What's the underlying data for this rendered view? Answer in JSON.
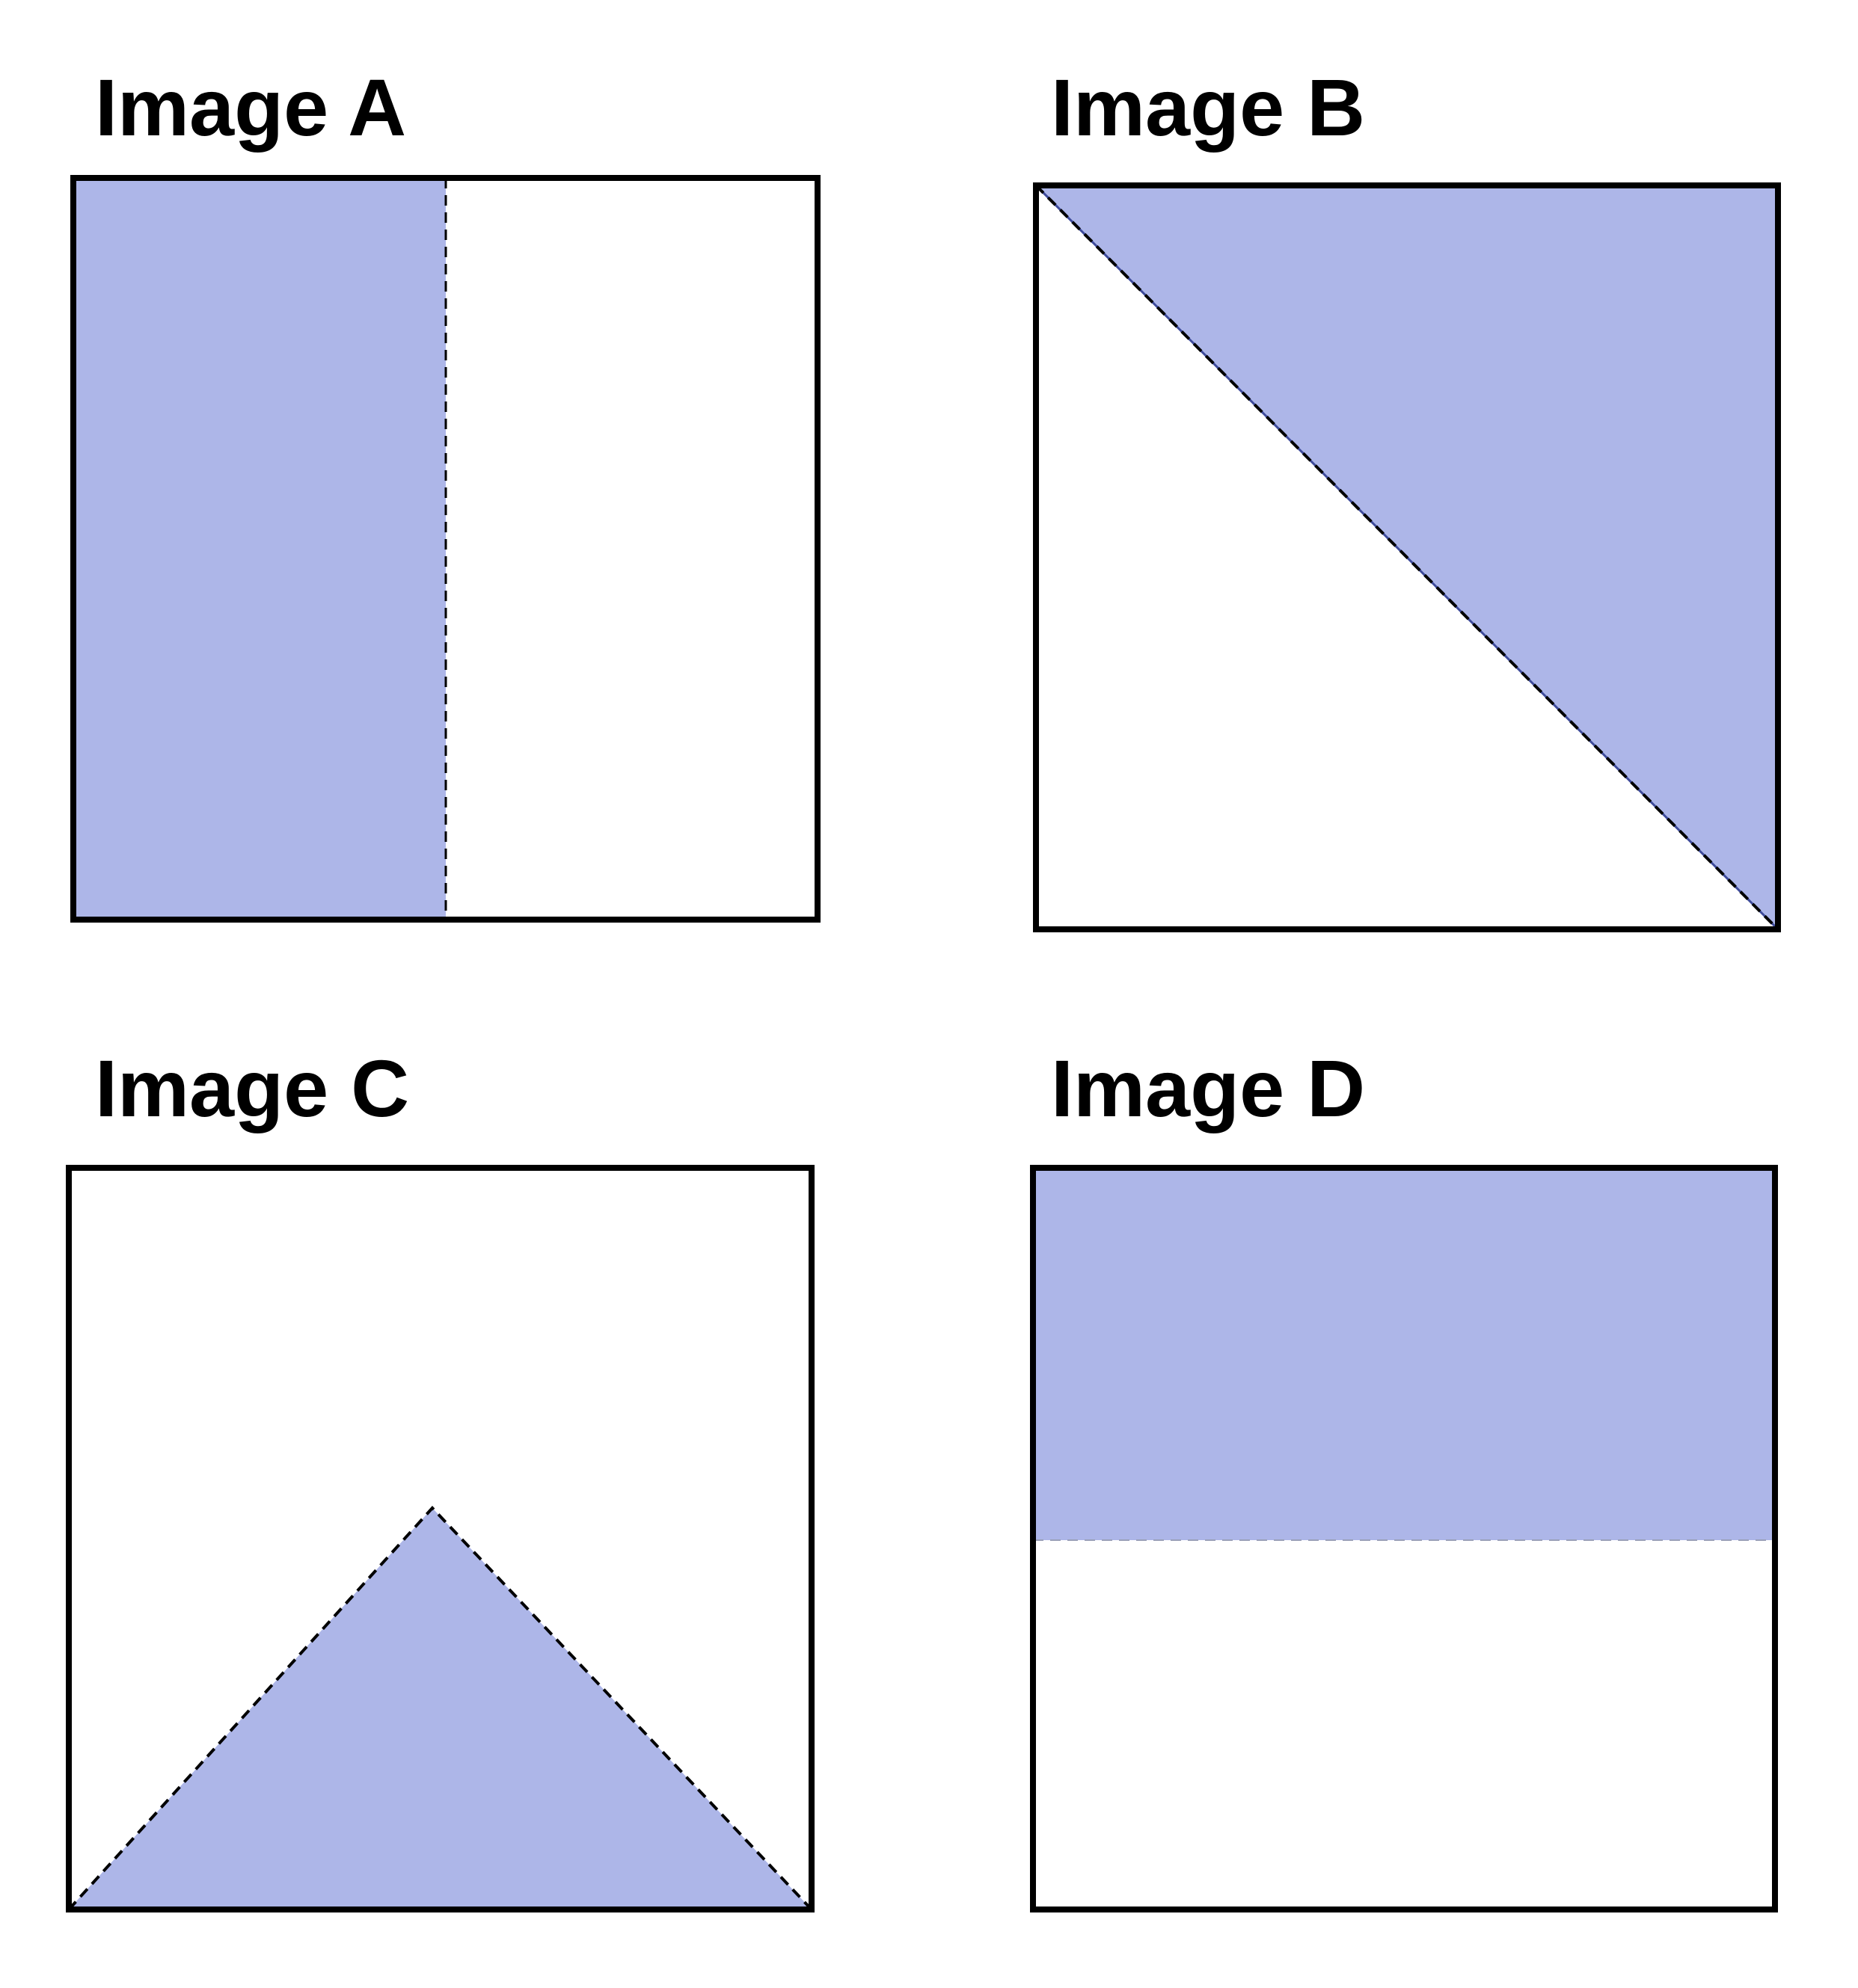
{
  "colors": {
    "fill": "#adb6e8",
    "stroke": "#000000",
    "background": "#ffffff"
  },
  "panels": {
    "a": {
      "title": "Image A",
      "shaded_region": "left half"
    },
    "b": {
      "title": "Image B",
      "shaded_region": "upper-right triangle"
    },
    "c": {
      "title": "Image C",
      "shaded_region": "bottom triangle"
    },
    "d": {
      "title": "Image D",
      "shaded_region": "top half"
    }
  }
}
